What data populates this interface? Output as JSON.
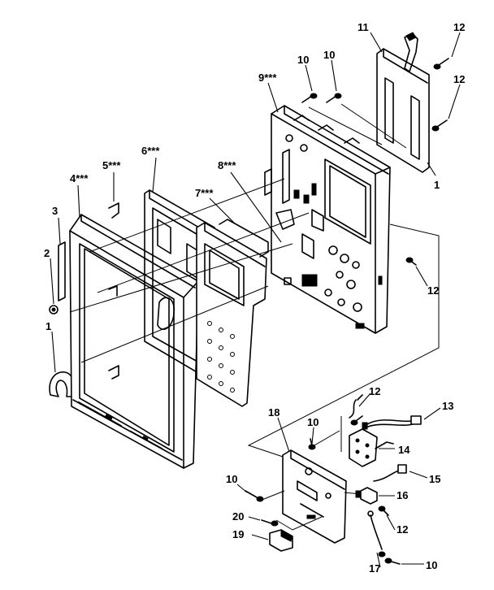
{
  "callouts": [
    {
      "id": "c-11",
      "text": "11"
    },
    {
      "id": "c-12a",
      "text": "12"
    },
    {
      "id": "c-12b",
      "text": "12"
    },
    {
      "id": "c-10a",
      "text": "10"
    },
    {
      "id": "c-10b",
      "text": "10"
    },
    {
      "id": "c-9",
      "text": "9***"
    },
    {
      "id": "c-1a",
      "text": "1"
    },
    {
      "id": "c-6",
      "text": "6***"
    },
    {
      "id": "c-5",
      "text": "5***"
    },
    {
      "id": "c-4",
      "text": "4***"
    },
    {
      "id": "c-8",
      "text": "8***"
    },
    {
      "id": "c-7",
      "text": "7***"
    },
    {
      "id": "c-3",
      "text": "3"
    },
    {
      "id": "c-2",
      "text": "2"
    },
    {
      "id": "c-1b",
      "text": "1"
    },
    {
      "id": "c-12c",
      "text": "12"
    },
    {
      "id": "c-12d",
      "text": "12"
    },
    {
      "id": "c-13",
      "text": "13"
    },
    {
      "id": "c-18",
      "text": "18"
    },
    {
      "id": "c-10c",
      "text": "10"
    },
    {
      "id": "c-14",
      "text": "14"
    },
    {
      "id": "c-15",
      "text": "15"
    },
    {
      "id": "c-10d",
      "text": "10"
    },
    {
      "id": "c-16",
      "text": "16"
    },
    {
      "id": "c-20",
      "text": "20"
    },
    {
      "id": "c-12e",
      "text": "12"
    },
    {
      "id": "c-19",
      "text": "19"
    },
    {
      "id": "c-17",
      "text": "17"
    },
    {
      "id": "c-10e",
      "text": "10"
    }
  ]
}
